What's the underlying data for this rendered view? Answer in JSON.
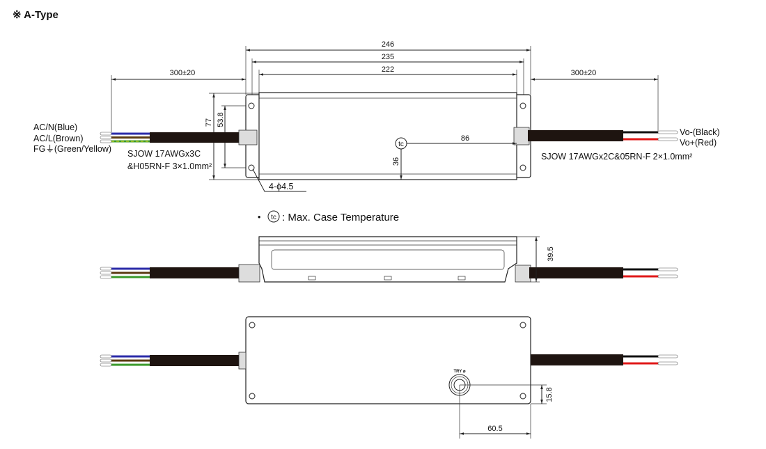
{
  "title": "※ A-Type",
  "top_view": {
    "dim_overall": "246",
    "dim_holes": "235",
    "dim_body": "222",
    "dim_cable_left": "300±20",
    "dim_cable_right": "300±20",
    "dim_height": "77",
    "dim_hole_pitch": "53.8",
    "dim_tc_x": "86",
    "dim_tc_y": "36",
    "holes": "4-ϕ4.5",
    "tc": "tc",
    "input_wires": [
      "AC/N(Blue)",
      "AC/L(Brown)",
      "FG⏚(Green/Yellow)"
    ],
    "input_cable_1": "SJOW 17AWGx3C",
    "input_cable_2": "&H05RN-F 3×1.0mm²",
    "output_wires": [
      "Vo-(Black)",
      "Vo+(Red)"
    ],
    "output_cable": "SJOW 17AWGx2C&05RN-F 2×1.0mm²"
  },
  "legend": {
    "bullet": "•",
    "symbol": "tc",
    "text": ": Max. Case Temperature"
  },
  "side_view": {
    "dim_height": "39.5"
  },
  "bottom_view": {
    "dim_y": "15.8",
    "dim_x": "60.5",
    "label": "TRY ⌀"
  },
  "colors": {
    "blue": "#2b2ba8",
    "brown": "#5a3a10",
    "green": "#3a9a2a",
    "yellow": "#e8d81a",
    "black": "#111111",
    "red": "#e01818",
    "cable": "#1e1410"
  }
}
